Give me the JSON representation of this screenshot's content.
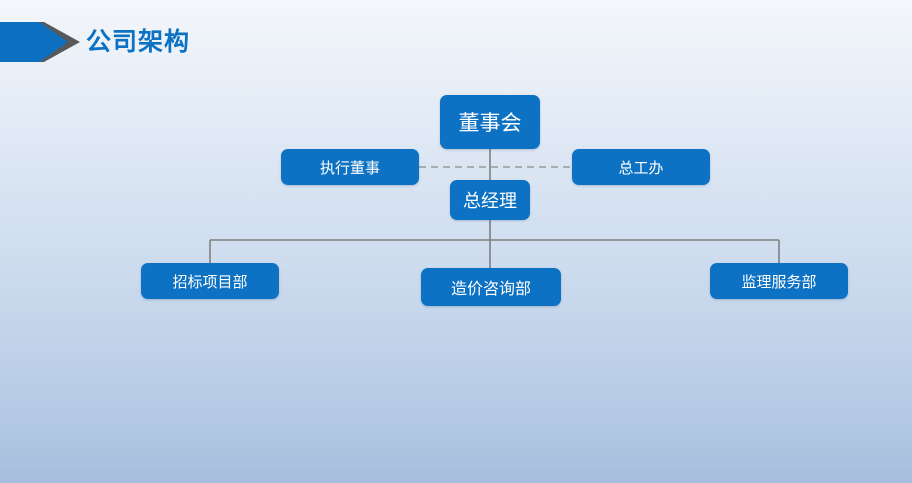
{
  "slide": {
    "banner": {
      "title": "公司架构",
      "arrow_color": "#0d6fbf",
      "shadow_color": "#595959",
      "title_color": "#0d72c3"
    },
    "background": {
      "top_color": "#f4f7fb",
      "bottom_color": "#a6bedd"
    }
  },
  "chart_data": {
    "type": "org-chart",
    "title": "公司架构",
    "node_color": "#0d72c3",
    "node_text_color": "#ffffff",
    "connector_color": "#7f7f7f",
    "dashed_connector_color": "#9a9a9a",
    "nodes": [
      {
        "id": "board",
        "label": "董事会",
        "level": 0
      },
      {
        "id": "exec",
        "label": "执行董事",
        "level": 1
      },
      {
        "id": "chief",
        "label": "总工办",
        "level": 1
      },
      {
        "id": "gm",
        "label": "总经理",
        "level": 2
      },
      {
        "id": "bid",
        "label": "招标项目部",
        "level": 3
      },
      {
        "id": "cost",
        "label": "造价咨询部",
        "level": 3
      },
      {
        "id": "super",
        "label": "监理服务部",
        "level": 3
      }
    ],
    "edges": [
      {
        "from": "board",
        "to": "gm",
        "style": "solid"
      },
      {
        "from": "exec",
        "to": "gm",
        "style": "dashed"
      },
      {
        "from": "chief",
        "to": "gm",
        "style": "dashed"
      },
      {
        "from": "gm",
        "to": "bid",
        "style": "solid"
      },
      {
        "from": "gm",
        "to": "cost",
        "style": "solid"
      },
      {
        "from": "gm",
        "to": "super",
        "style": "solid"
      }
    ]
  }
}
